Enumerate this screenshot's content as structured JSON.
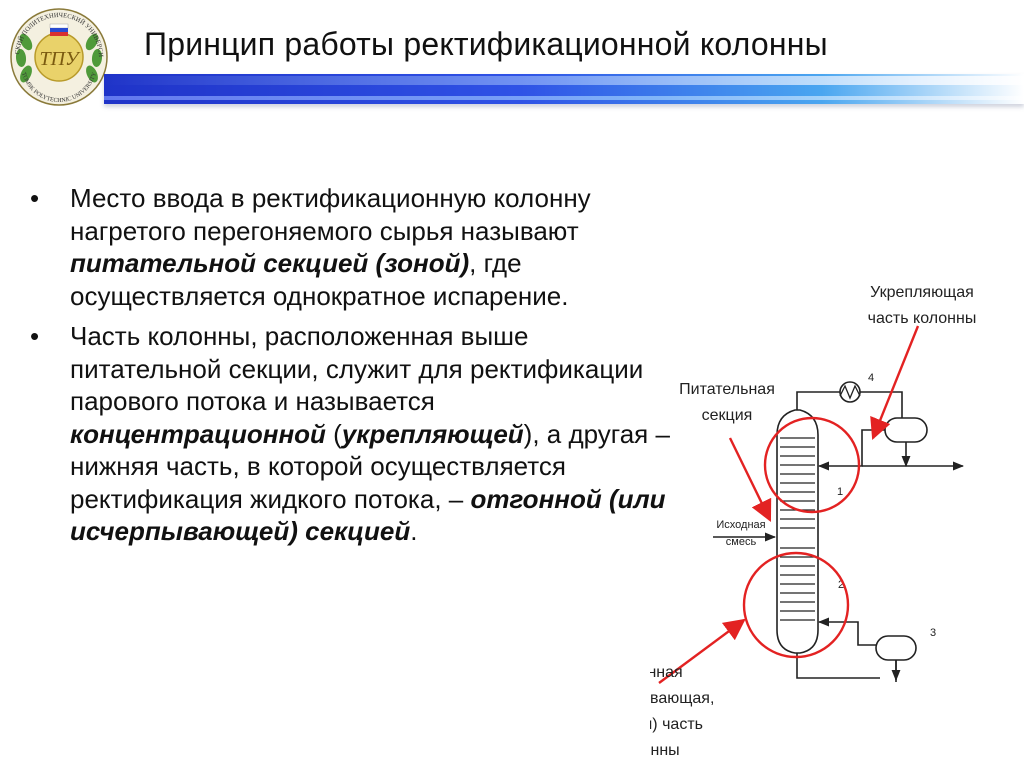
{
  "header": {
    "title": "Принцип работы ректификационной колонны",
    "logo": {
      "top_arc": "ТОМСКИЙ ПОЛИТЕХНИЧЕСКИЙ УНИВЕРСИТЕТ",
      "bottom_arc": "TOMSK POLYTECHNIC UNIVERSITY",
      "monogram": "ТПУ"
    }
  },
  "bullets": [
    {
      "parts": [
        "Место ввода в ректификационную колонну нагретого перегоняемого сырья называют ",
        "питательной секцией (зоной)",
        ", где осуществляется однократное испарение."
      ]
    },
    {
      "parts": [
        "Часть колонны, расположенная выше питательной секции, служит для ректификации парового потока и называется ",
        "концентрационной",
        " (",
        "укрепляющей",
        "), а другая – нижняя часть, в которой осуществляется ректификация жидкого потока, – ",
        "отгонной (или исчерпывающей) секцией",
        "."
      ]
    }
  ],
  "diagram": {
    "label_top_right": [
      "Укрепляющая",
      "часть колонны"
    ],
    "label_feed_section": [
      "Питательная",
      "секция"
    ],
    "label_feed": [
      "Исходная",
      "смесь"
    ],
    "label_bottom": [
      "Отгонная",
      "(исчерпывающая,",
      "кубовая) часть",
      "колонны"
    ],
    "numbers": [
      "1",
      "2",
      "3",
      "4"
    ],
    "colors": {
      "highlight": "#e32222",
      "line": "#222222"
    }
  }
}
